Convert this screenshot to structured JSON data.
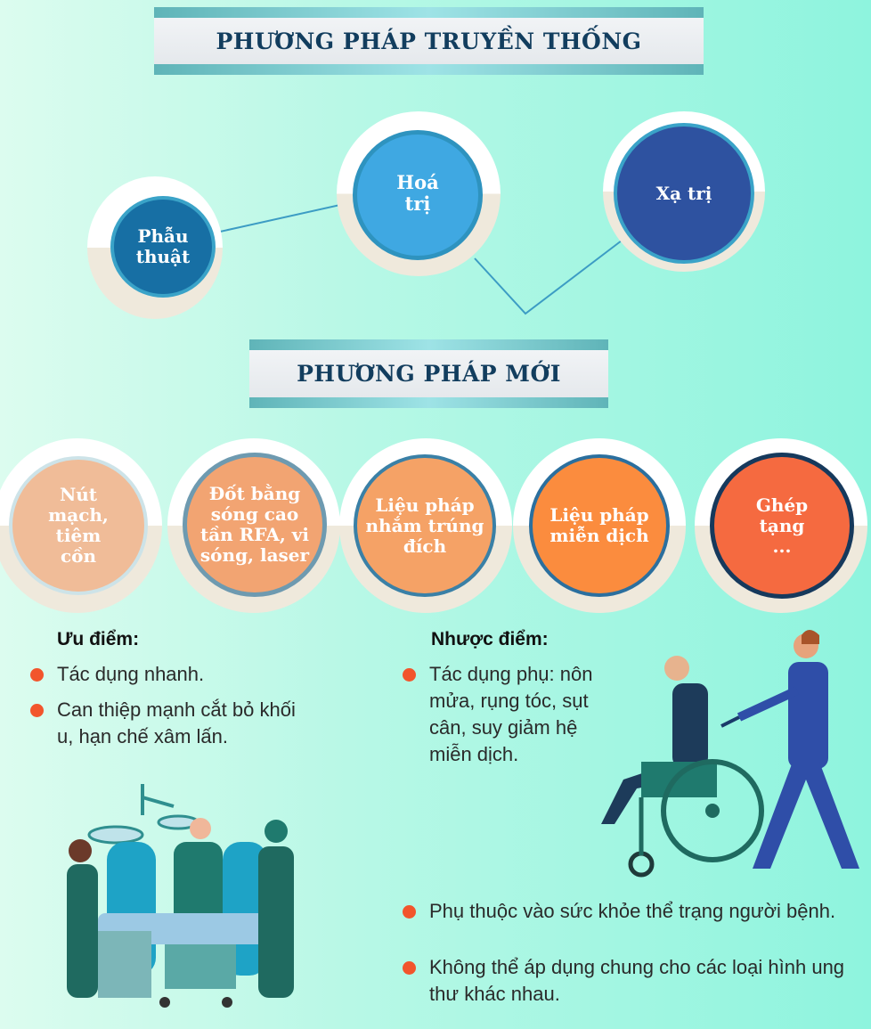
{
  "traditional": {
    "title": "PHƯƠNG PHÁP TRUYỀN THỐNG",
    "methods": [
      "Phẫu thuật",
      "Hoá trị",
      "Xạ trị"
    ]
  },
  "modern": {
    "title": "PHƯƠNG PHÁP MỚI",
    "methods": [
      "Nút mạch, tiêm cồn",
      "Đốt bằng sóng cao tần RFA, vi sóng, laser",
      "Liệu pháp nhắm trúng đích",
      "Liệu pháp miễn dịch",
      "Ghép tạng ..."
    ]
  },
  "pros": {
    "title": "Ưu điểm:",
    "items": [
      "Tác dụng nhanh.",
      "Can thiệp mạnh cắt bỏ khối u, hạn chế xâm lấn."
    ]
  },
  "cons": {
    "title": "Nhược điểm:",
    "items": [
      "Tác dụng phụ: nôn mửa, rụng tóc, sụt cân, suy giảm hệ miễn dịch.",
      "Phụ thuộc vào sức khỏe thể trạng người bệnh.",
      "Không thể áp dụng chung cho các loại hình ung thư khác nhau."
    ]
  },
  "colors": {
    "navy": "#123d5e",
    "bullet": "#f2552c"
  }
}
